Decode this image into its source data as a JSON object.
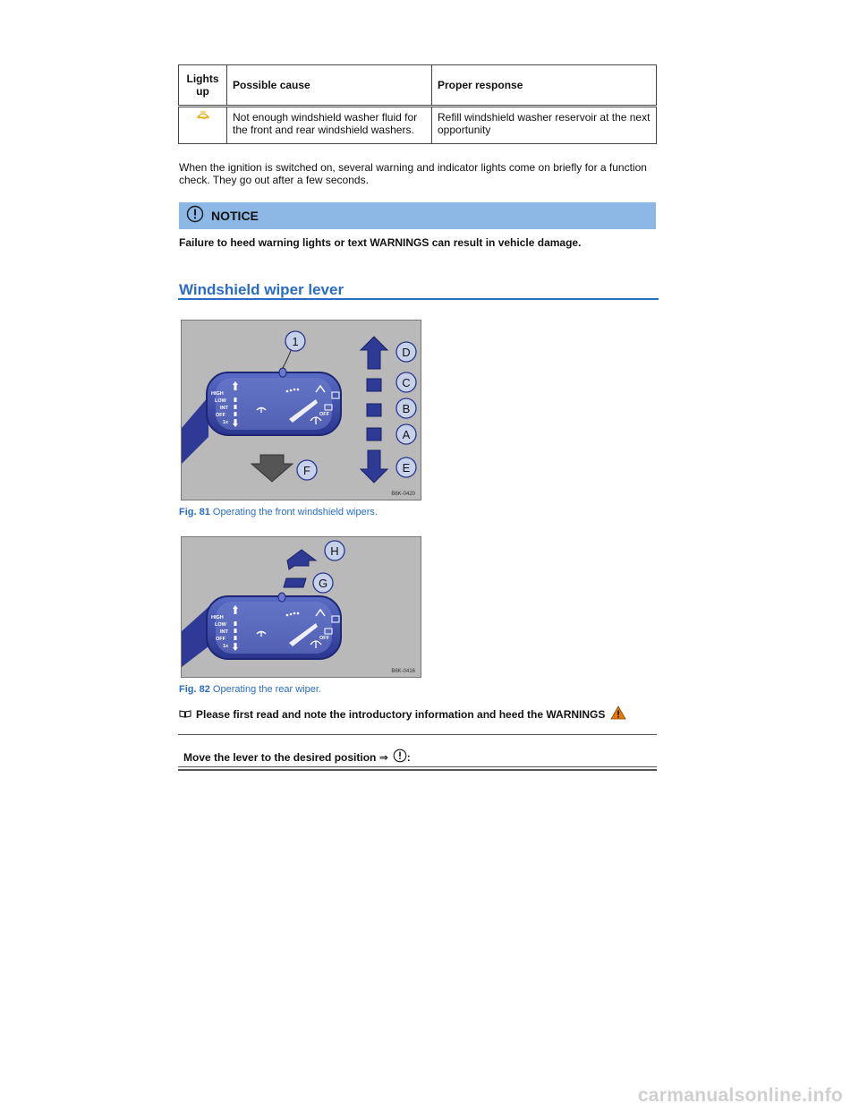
{
  "table": {
    "headers": [
      "Lights up",
      "Possible cause",
      "Proper response"
    ],
    "rows": [
      {
        "icon": "washer-fluid-warning-icon",
        "cause": "Not enough windshield washer fluid for the front and rear windshield washers.",
        "response": "Refill windshield washer reservoir at the next opportunity"
      }
    ]
  },
  "intro_paragraph": "When the ignition is switched on, several warning and indicator lights come on briefly for a function check. They go out after a few seconds.",
  "notice": {
    "title": "NOTICE",
    "text": "Failure to heed warning lights or text WARNINGS can result in vehicle damage.",
    "color": "#8db8e6"
  },
  "section_title": "Windshield wiper lever",
  "figures": [
    {
      "number": "Fig. 81",
      "caption": "Operating the front windshield wipers.",
      "code": "B6K-0420",
      "callouts": [
        "1",
        "D",
        "C",
        "B",
        "A",
        "E",
        "F"
      ],
      "lever_labels": [
        "HIGH",
        "LOW",
        "INT",
        "OFF",
        "1x",
        "OFF"
      ]
    },
    {
      "number": "Fig. 82",
      "caption": "Operating the rear wiper.",
      "code": "B6K-0416",
      "callouts": [
        "H",
        "G"
      ],
      "lever_labels": [
        "HIGH",
        "LOW",
        "INT",
        "OFF",
        "1x",
        "OFF"
      ]
    }
  ],
  "read_first": "Please first read and note the introductory information and heed the WARNINGS",
  "move_lever": {
    "text": "Move the lever to the desired position ⇒",
    "suffix": ":"
  },
  "watermark": "carmanualsonline.info",
  "colors": {
    "accent_blue": "#2a6cc6",
    "lever_blue": "#3d4fa8",
    "warning_orange": "#e07a10"
  }
}
